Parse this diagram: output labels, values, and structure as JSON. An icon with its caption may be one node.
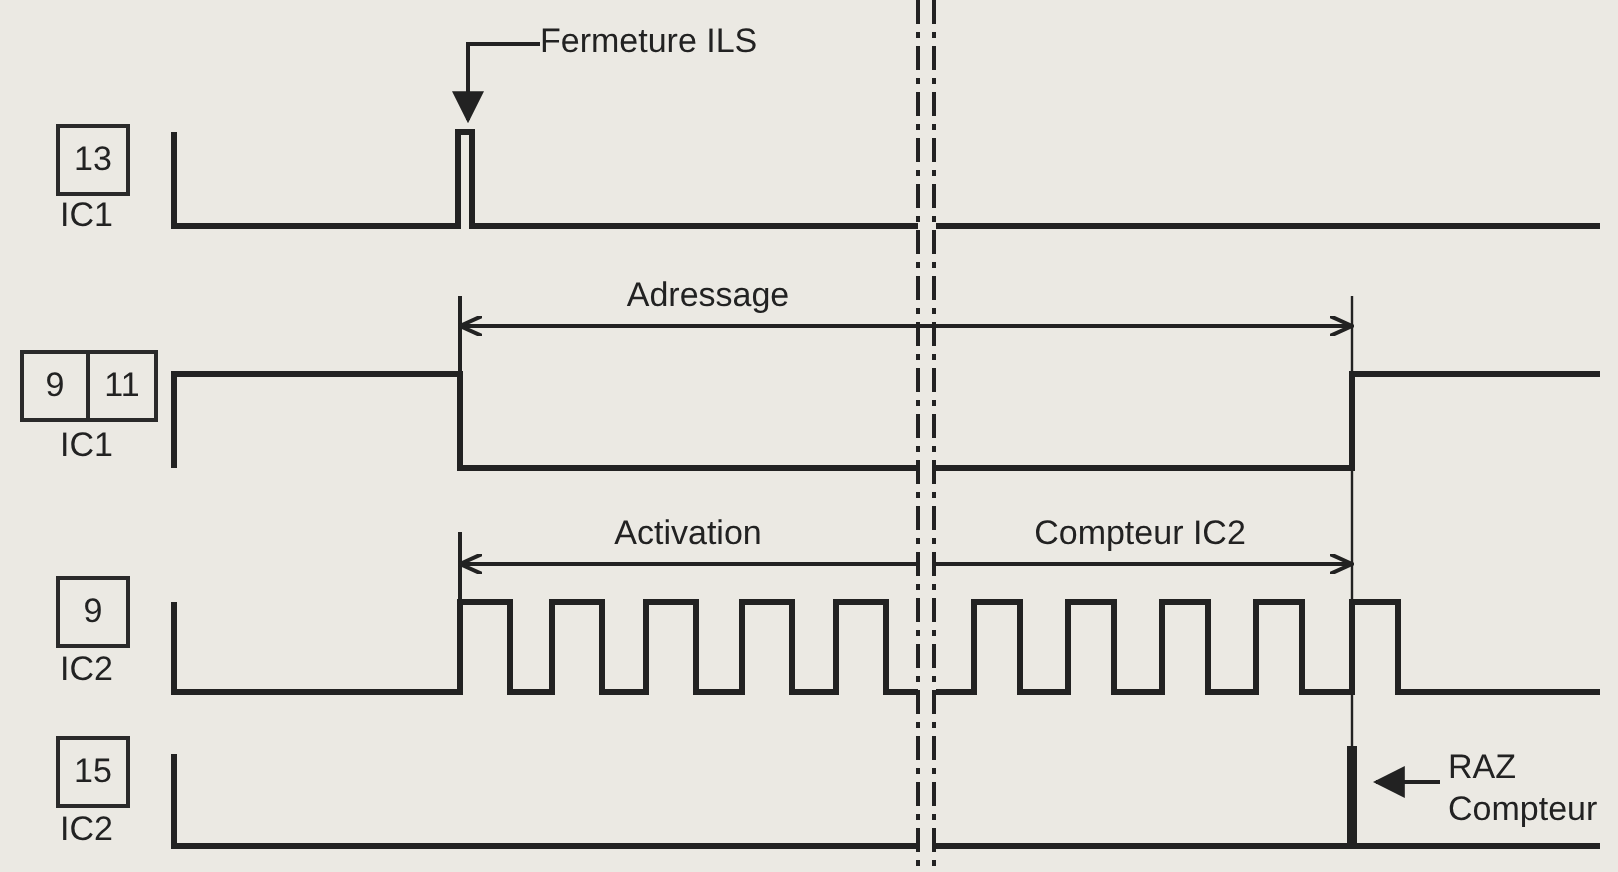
{
  "diagram": {
    "nodes": [
      {
        "text": [
          "13"
        ],
        "beside": [
          "IC1"
        ]
      },
      {
        "text": [
          "9"
        ],
        "beside": [
          "IC1"
        ]
      },
      {
        "text": [
          "11"
        ]
      },
      {
        "text": [
          "9"
        ],
        "beside": [
          "IC2"
        ]
      },
      {
        "text": [
          "15"
        ],
        "beside": [
          "IC2"
        ]
      },
      {
        "text": [
          "Fermeture ILS"
        ]
      },
      {
        "text": [
          "RAZ Compteur"
        ]
      }
    ],
    "edges": [
      {
        "from": 5,
        "to": null,
        "arrow": "to"
      },
      {
        "from": 6,
        "to": null,
        "arrow": "to"
      }
    ],
    "labels": [
      "Adressage",
      "Activation",
      "Compteur IC2"
    ]
  }
}
